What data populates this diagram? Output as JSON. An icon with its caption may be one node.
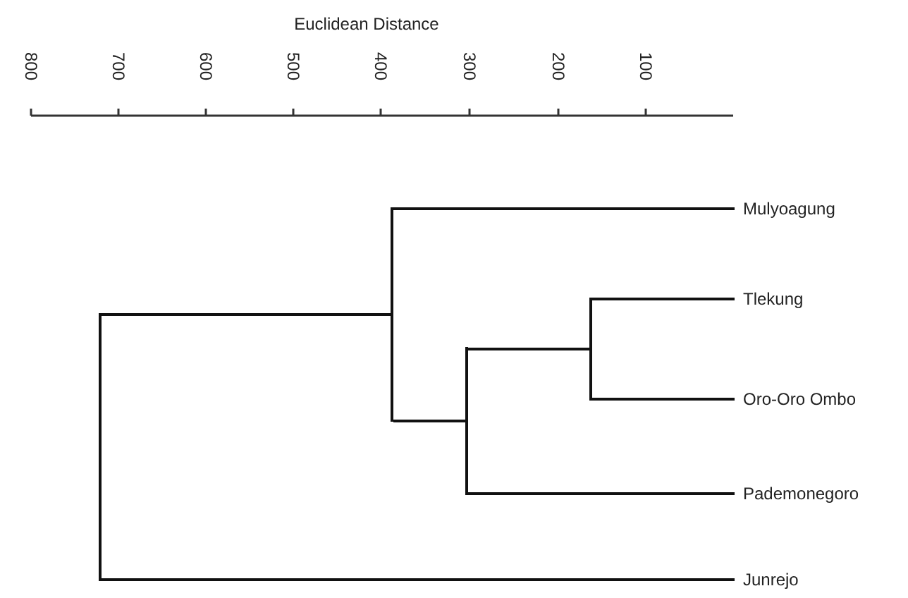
{
  "diagram": {
    "nodes": [
      {
        "text": [
          "Mulyoagung"
        ]
      },
      {
        "text": [
          "Tlekung"
        ]
      },
      {
        "text": [
          "Oro-Oro Ombo"
        ]
      },
      {
        "text": [
          "Pademonegoro"
        ]
      },
      {
        "text": [
          "Junrejo"
        ]
      },
      {
        "text": [],
        "shape": "bar"
      },
      {
        "text": [],
        "shape": "bar"
      },
      {
        "text": [],
        "shape": "bar"
      },
      {
        "text": [],
        "shape": "bar"
      }
    ],
    "edges": [
      {
        "from": 5,
        "to": 6,
        "arrow": "none"
      },
      {
        "from": 5,
        "to": 4,
        "arrow": "none"
      },
      {
        "from": 6,
        "to": 0,
        "arrow": "none"
      },
      {
        "from": 6,
        "to": 7,
        "arrow": "none"
      },
      {
        "from": 7,
        "to": 8,
        "arrow": "none"
      },
      {
        "from": 7,
        "to": 3,
        "arrow": "none"
      },
      {
        "from": 8,
        "to": 1,
        "arrow": "none"
      },
      {
        "from": 8,
        "to": 2,
        "arrow": "none"
      }
    ],
    "labels": [
      "Euclidean Distance",
      "800",
      "700",
      "600",
      "500",
      "400",
      "300",
      "200",
      "100"
    ]
  }
}
